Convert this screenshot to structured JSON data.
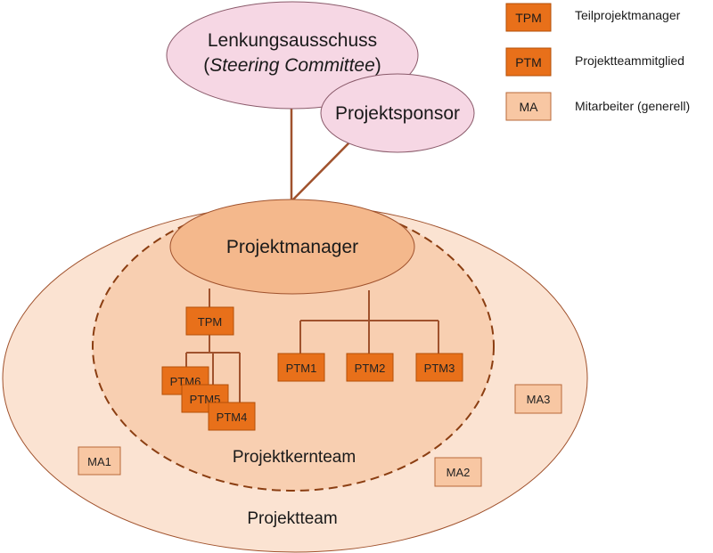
{
  "colors": {
    "outer_fill": "#fbe3d2",
    "outer_stroke": "#a0522d",
    "core_fill": "#f8cfb1",
    "pm_fill": "#f4b88c",
    "top_fill": "#f6d7e4",
    "top_stroke": "#8a5a6a",
    "line": "#a0522d",
    "dark_box": "#e8701a",
    "dark_box_stroke": "#b34f08",
    "light_box": "#f8c7a3",
    "light_box_stroke": "#b8693a"
  },
  "nodes": {
    "steering_line1": "Lenkungsausschuss",
    "steering_open": "(",
    "steering_italic": "Steering Committee",
    "steering_close": ")",
    "sponsor": "Projektsponsor",
    "manager": "Projektmanager",
    "core_team": "Projektkernteam",
    "team": "Projektteam"
  },
  "boxes": {
    "tpm": "TPM",
    "ptm1": "PTM1",
    "ptm2": "PTM2",
    "ptm3": "PTM3",
    "ptm4": "PTM4",
    "ptm5": "PTM5",
    "ptm6": "PTM6",
    "ma1": "MA1",
    "ma2": "MA2",
    "ma3": "MA3"
  },
  "legend": [
    {
      "abbr": "TPM",
      "text": "Teilprojektmanager",
      "kind": "dark"
    },
    {
      "abbr": "PTM",
      "text": "Projektteammitglied",
      "kind": "dark"
    },
    {
      "abbr": "MA",
      "text": "Mitarbeiter (generell)",
      "kind": "light"
    }
  ]
}
